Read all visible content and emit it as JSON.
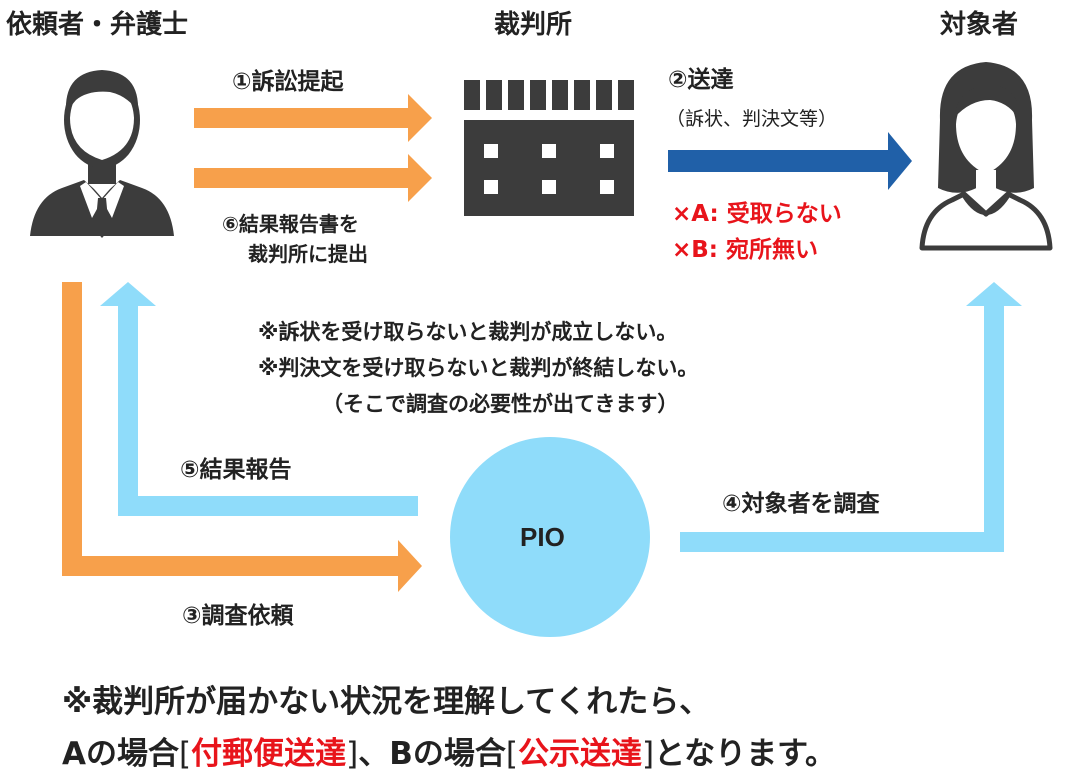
{
  "actors": {
    "client": "依頼者・弁護士",
    "court": "裁判所",
    "target": "対象者",
    "pio": "PIO"
  },
  "steps": {
    "s1": "①訴訟提起",
    "s2": "②送達",
    "s2_sub": "（訴状、判決文等）",
    "s3": "③調査依頼",
    "s4": "④対象者を調査",
    "s5": "⑤結果報告",
    "s6_line1": "⑥結果報告書を",
    "s6_line2": "裁判所に提出"
  },
  "failures": {
    "a": "×A: 受取らない",
    "b": "×B: 宛所無い"
  },
  "notes": {
    "line1": "※訴状を受け取らないと裁判が成立しない。",
    "line2": "※判決文を受け取らないと裁判が終結しない。",
    "line3": "（そこで調査の必要性が出てきます）"
  },
  "footer": {
    "line1": "※裁判所が届かない状況を理解してくれたら、",
    "l2_a": "Aの場合",
    "l2_b_open": "[",
    "l2_b": "付郵便送達",
    "l2_b_close": "]",
    "l2_c": "、Bの場合",
    "l2_d_open": "[",
    "l2_d": "公示送達",
    "l2_d_close": "]",
    "l2_e": "となります。"
  },
  "colors": {
    "orange": "#f7a04b",
    "lightblue": "#8fdcfa",
    "darkblue": "#2060a8",
    "gray": "#3c3c3c",
    "red": "#e8141b"
  },
  "icons": [
    "businessman-icon",
    "court-building-icon",
    "woman-icon"
  ]
}
